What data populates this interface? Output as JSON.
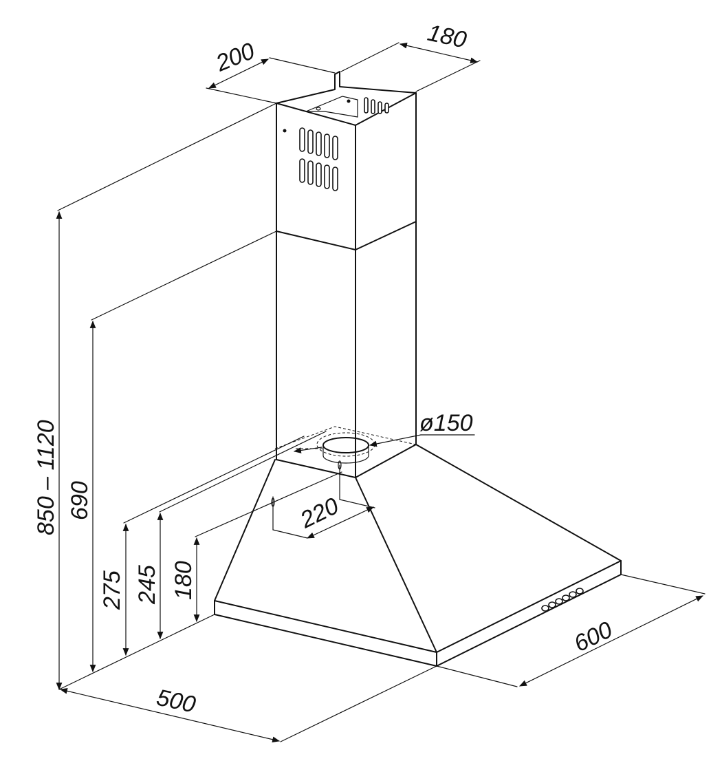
{
  "diagram": {
    "dimensions": {
      "top_depth": "200",
      "top_width": "180",
      "total_height": "850 – 1120",
      "chimney_height": "690",
      "height_275": "275",
      "height_245": "245",
      "height_180": "180",
      "duct_diameter": "ø150",
      "duct_offset": "220",
      "hood_depth": "500",
      "hood_width": "600"
    }
  }
}
